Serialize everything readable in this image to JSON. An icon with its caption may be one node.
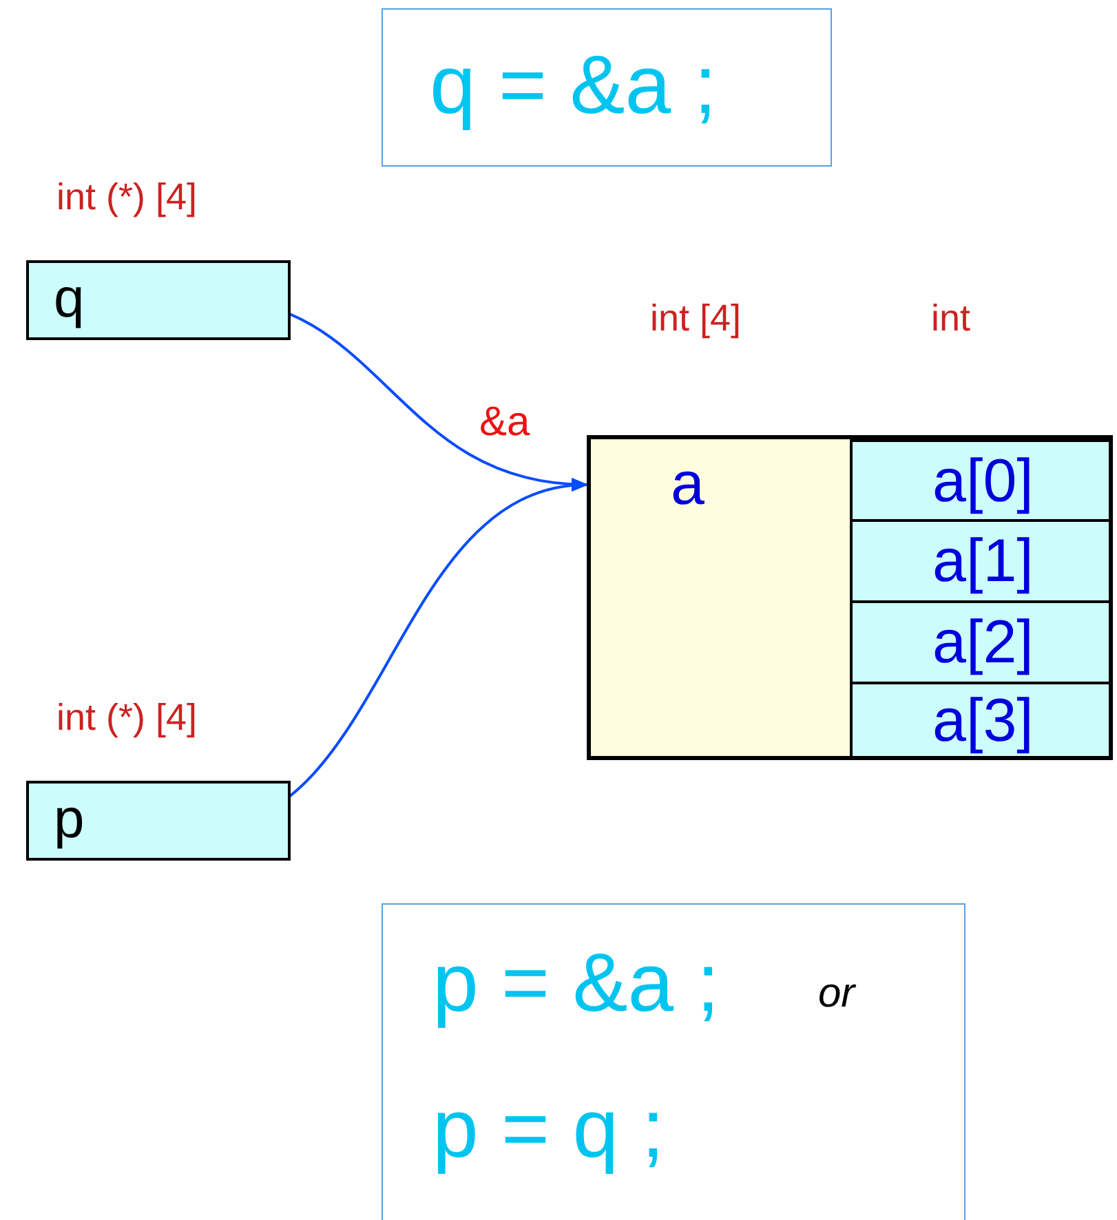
{
  "diagram": {
    "nodes": [
      {
        "text": [
          "q = &a ;"
        ]
      },
      {
        "text": [
          "q"
        ],
        "beside": [
          "int (*) [4]"
        ]
      },
      {
        "text": [
          "p"
        ],
        "beside": [
          "int (*) [4]"
        ]
      },
      {
        "text": [
          "a"
        ],
        "beside": [
          "int [4]"
        ]
      },
      {
        "text": [
          "a[0]"
        ],
        "in": 3
      },
      {
        "text": [
          "a[1]"
        ],
        "in": 3
      },
      {
        "text": [
          "a[2]"
        ],
        "in": 3
      },
      {
        "text": [
          "a[3]"
        ],
        "in": 3
      },
      {
        "text": [
          "p = &a ;",
          "or",
          "p = q ;"
        ]
      }
    ],
    "edges": [
      {
        "from": 1,
        "to": 3,
        "arrow": "to",
        "label": "&a"
      },
      {
        "from": 2,
        "to": 3,
        "arrow": "to"
      }
    ],
    "labels": [
      "int"
    ]
  }
}
